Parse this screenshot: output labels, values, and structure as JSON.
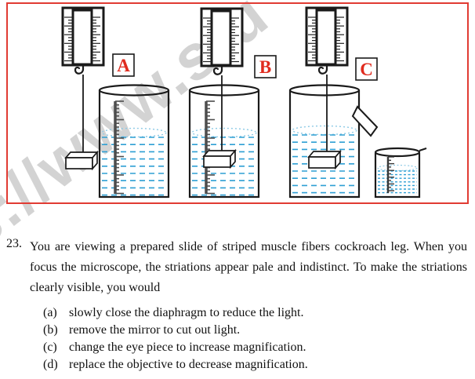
{
  "watermark": {
    "text": "s://www.stu"
  },
  "figure": {
    "labels": [
      {
        "letter": "A"
      },
      {
        "letter": "B"
      },
      {
        "letter": "C"
      }
    ]
  },
  "colors": {
    "accent_red": "#e13b33",
    "label_red": "#e02b1e",
    "water_blue": "#2e9fd4",
    "water_surface_blue": "#8fcbe6",
    "watermark_gray": "#cccccc"
  },
  "question": {
    "number": "23.",
    "text": "You are viewing a prepared slide of striped muscle fibers cockroach leg. When you focus the microscope, the striations appear pale and indistinct. To make the striations clearly visible, you would",
    "options": [
      {
        "label": "(a)",
        "text": "slowly close the diaphragm to reduce the light."
      },
      {
        "label": "(b)",
        "text": "remove the mirror to cut out light."
      },
      {
        "label": "(c)",
        "text": "change the eye piece to increase magnification."
      },
      {
        "label": "(d)",
        "text": "replace the objective to decrease magnification."
      }
    ]
  }
}
